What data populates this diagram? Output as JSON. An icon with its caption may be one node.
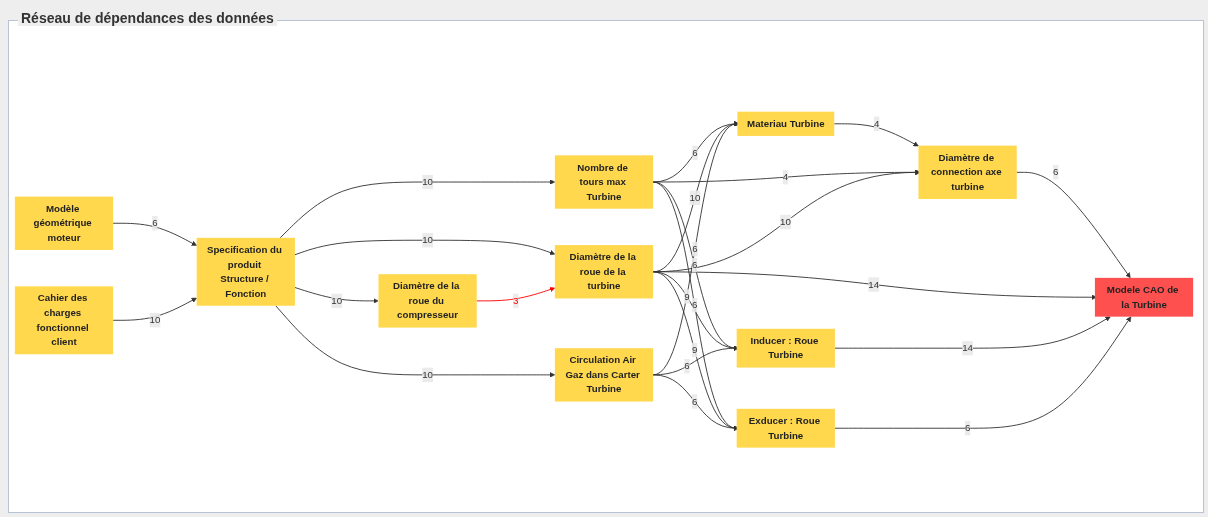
{
  "diagram": {
    "title": "Réseau de dépendances des données",
    "nodes": [
      {
        "text": [
          "Modèle géométrique moteur"
        ]
      },
      {
        "text": [
          "Materiau Turbine"
        ]
      },
      {
        "text": [
          "Diamètre de connection axe turbine"
        ]
      },
      {
        "text": [
          "Modele CAO de la Turbine"
        ]
      },
      {
        "text": [
          "Cahier des charges fonctionnel client"
        ]
      },
      {
        "text": [
          "Nombre de tours max Turbine"
        ]
      },
      {
        "text": [
          "Diamètre de la roue du compresseur"
        ]
      },
      {
        "text": [
          "Inducer : Roue Turbine"
        ]
      },
      {
        "text": [
          "Diamètre de la roue de la turbine"
        ]
      },
      {
        "text": [
          "Specification du produit Structure / Fonction"
        ]
      },
      {
        "text": [
          "Exducer : Roue Turbine"
        ]
      },
      {
        "text": [
          "Circulation Air Gaz dans Carter Turbine"
        ]
      }
    ],
    "edges": [
      {
        "from": 1,
        "to": 2,
        "arrow": "to",
        "label": "4"
      },
      {
        "from": 2,
        "to": 3,
        "arrow": "to",
        "label": "6"
      },
      {
        "from": 5,
        "to": 1,
        "arrow": "to",
        "label": "6"
      },
      {
        "from": 5,
        "to": 2,
        "arrow": "to",
        "label": "4"
      },
      {
        "from": 0,
        "to": 9,
        "arrow": "to",
        "label": "6"
      },
      {
        "from": 4,
        "to": 9,
        "arrow": "to",
        "label": "10"
      },
      {
        "from": 9,
        "to": 6,
        "arrow": "to",
        "label": "10"
      },
      {
        "from": 9,
        "to": 5,
        "arrow": "to",
        "label": "10"
      },
      {
        "from": 9,
        "to": 8,
        "arrow": "to",
        "label": "10"
      },
      {
        "from": 9,
        "to": 11,
        "arrow": "to",
        "label": "10"
      },
      {
        "from": 6,
        "to": 8,
        "arrow": "to",
        "label": "3",
        "color": "#ff0000"
      },
      {
        "from": 5,
        "to": 7,
        "arrow": "to",
        "label": "6"
      },
      {
        "from": 5,
        "to": 10,
        "arrow": "to",
        "label": "6"
      },
      {
        "from": 8,
        "to": 1,
        "arrow": "to",
        "label": "10"
      },
      {
        "from": 8,
        "to": 2,
        "arrow": "to",
        "label": "10"
      },
      {
        "from": 8,
        "to": 3,
        "arrow": "to",
        "label": "14"
      },
      {
        "from": 8,
        "to": 7,
        "arrow": "to",
        "label": "9"
      },
      {
        "from": 8,
        "to": 10,
        "arrow": "to",
        "label": "9"
      },
      {
        "from": 7,
        "to": 3,
        "arrow": "to",
        "label": "14"
      },
      {
        "from": 10,
        "to": 3,
        "arrow": "to",
        "label": "6"
      },
      {
        "from": 11,
        "to": 1,
        "arrow": "to",
        "label": "6"
      },
      {
        "from": 11,
        "to": 7,
        "arrow": "to",
        "label": "6"
      },
      {
        "from": 11,
        "to": 10,
        "arrow": "to",
        "label": "6"
      }
    ]
  }
}
